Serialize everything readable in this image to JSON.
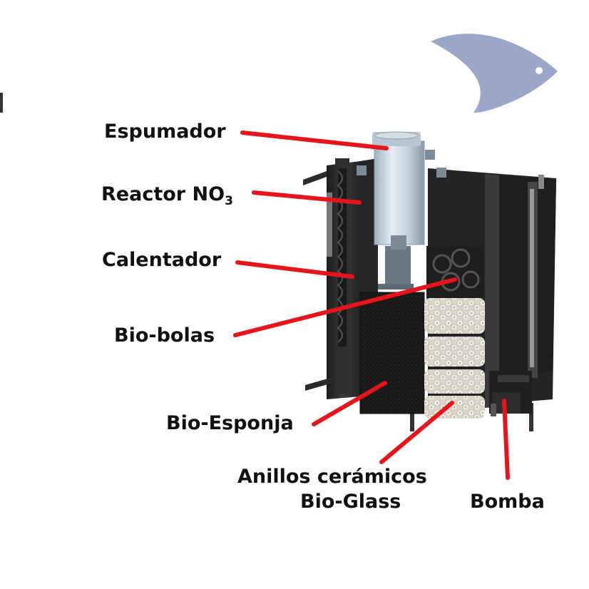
{
  "diagram": {
    "labels": {
      "espumador": "Espumador",
      "reactor_text": "Reactor NO",
      "reactor_sub": "3",
      "calentador": "Calentador",
      "bio_bolas": "Bio-bolas",
      "bio_esponja": "Bio-Esponja",
      "anillos": "Anillos cerámicos",
      "bio_glass": "Bio-Glass",
      "bomba": "Bomba"
    },
    "colors": {
      "leader_line": "#e8141c",
      "label_text": "#111111",
      "fish_logo": "#9aa7c9",
      "filter_body": "#2a2a2a",
      "sponge": "#1a1a1a",
      "skimmer_tube": "#c9d6e2",
      "ceramic_rings": "#ece9df"
    },
    "logo_icon": "fish-logo-icon"
  }
}
